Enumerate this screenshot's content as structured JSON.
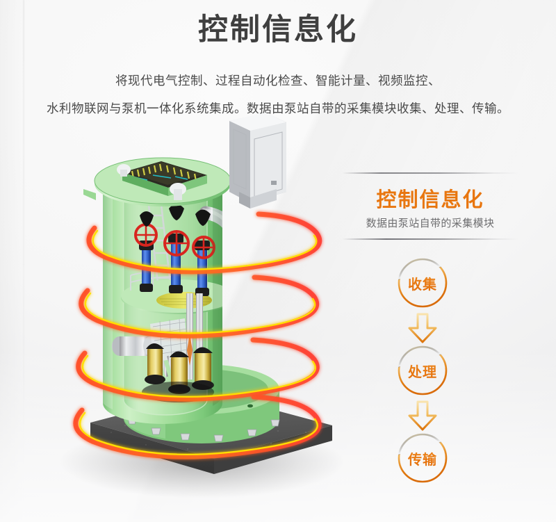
{
  "page": {
    "title": "控制信息化",
    "description_line1": "将现代电气控制、过程自动化检查、智能计量、视频监控、",
    "description_line2": "水利物联网与泵机一体化系统集成。数据由泵站自带的采集模块收集、处理、传输。"
  },
  "panel": {
    "title": "控制信息化",
    "subtitle": "数据由泵站自带的采集模块"
  },
  "flow": {
    "steps": [
      {
        "label": "收集"
      },
      {
        "label": "处理"
      },
      {
        "label": "传输"
      }
    ],
    "connector_icon": "down-arrow-icon"
  },
  "illustration": {
    "name": "integrated-pump-station-cutaway",
    "signal_rings": 4,
    "parts": [
      "control-cabinet",
      "top-hatch-grating",
      "access-ladder",
      "inlet-pipe",
      "basket-screen",
      "valve-handwheels",
      "submersible-pumps",
      "concrete-base-slab"
    ]
  },
  "colors": {
    "accent_orange": "#e8760f",
    "accent_light_gold": "#f7d48a",
    "title_gray": "#3f3f3f",
    "body_gray": "#4a4a4a",
    "ring_glow": "#ff3b2e",
    "ring_core": "#ffe000",
    "shell_green": "#8fd38a",
    "slab_gray": "#5a5a5a",
    "background": "#f4f4f5"
  }
}
